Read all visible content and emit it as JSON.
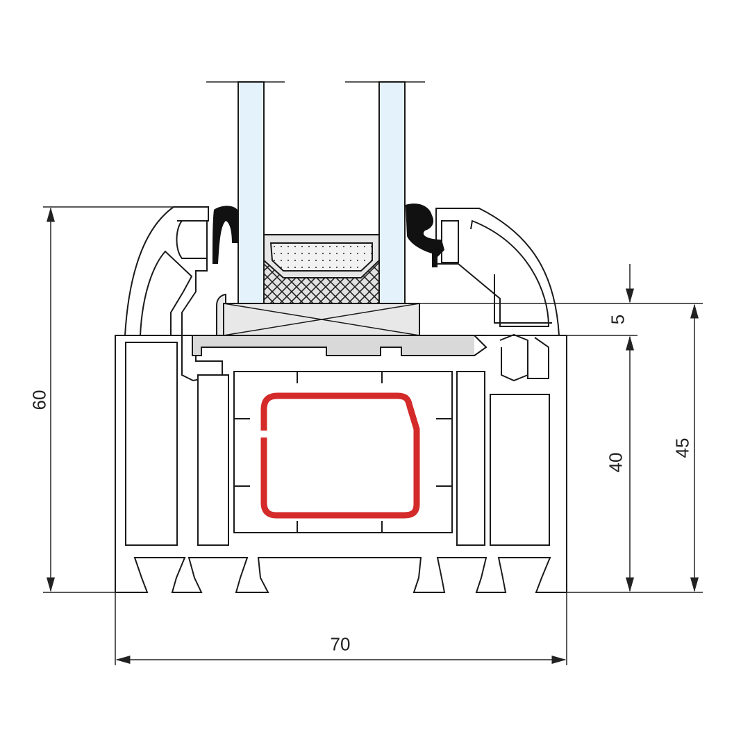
{
  "dimensions": {
    "overall_height": "60",
    "overall_width": "70",
    "glazing_gap": "5",
    "frame_height_inner": "40",
    "frame_height_to_glass": "45"
  },
  "colors": {
    "glass": "#e4f2fb",
    "reinforcement": "#d42a2a",
    "gasket": "#111111",
    "spacer": "#e6e6e6",
    "line": "#1a1a1a"
  }
}
